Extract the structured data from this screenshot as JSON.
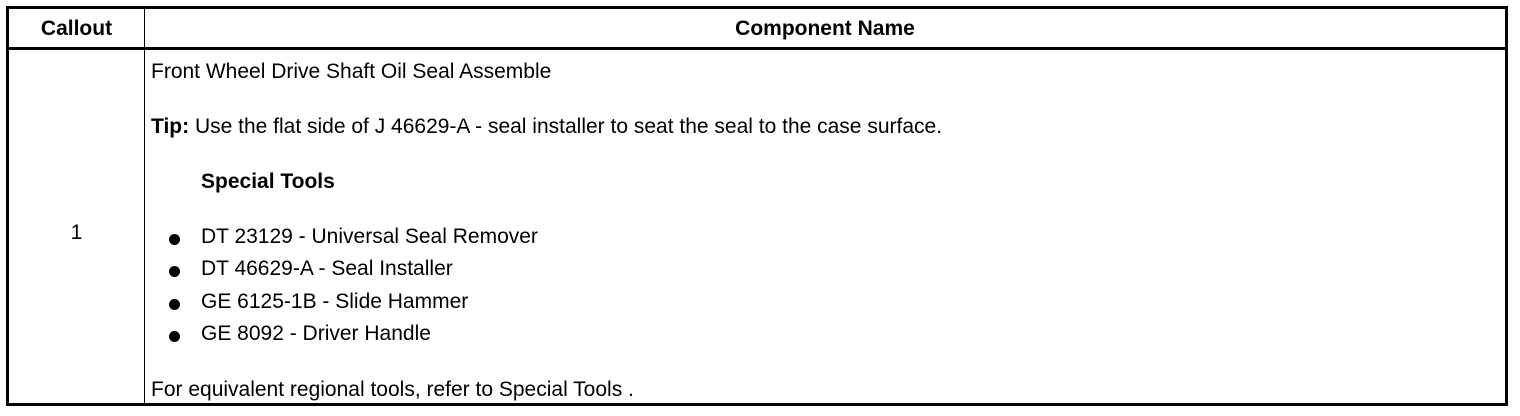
{
  "table": {
    "headers": {
      "callout": "Callout",
      "component_name": "Component Name"
    },
    "rows": [
      {
        "callout": "1",
        "component": "Front Wheel Drive Shaft Oil Seal Assemble",
        "tip_label": "Tip:",
        "tip_text": " Use the flat side of J 46629-A - seal installer to seat the seal to the case surface.",
        "special_tools_heading": "Special Tools",
        "special_tools": [
          "DT 23129 - Universal Seal Remover",
          "DT 46629-A - Seal Installer",
          "GE 6125-1B - Slide Hammer",
          "GE 8092 - Driver Handle"
        ],
        "footnote": "For equivalent regional tools, refer to Special Tools ."
      }
    ]
  }
}
